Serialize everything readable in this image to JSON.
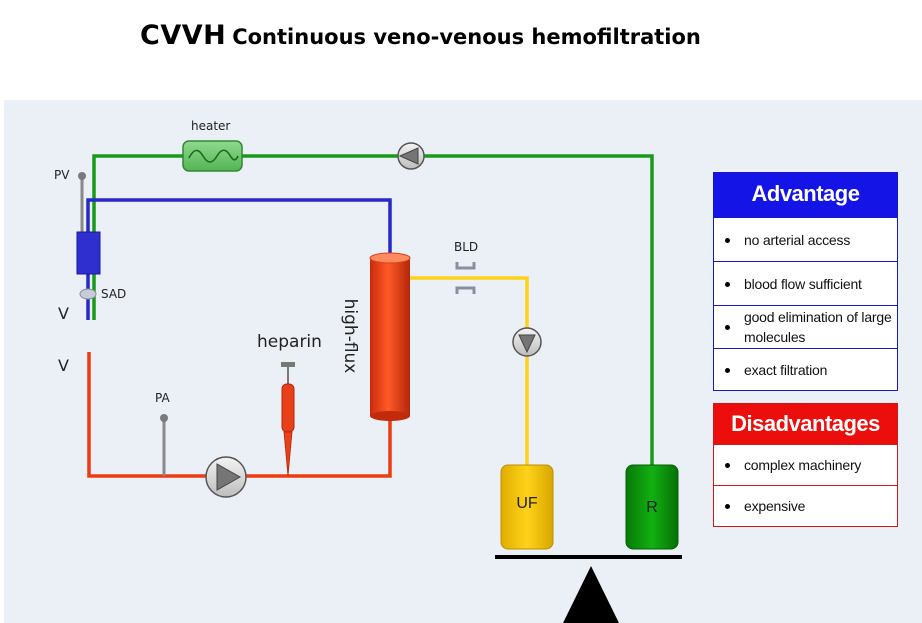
{
  "title": {
    "abbr": "CVVH",
    "full": "Continuous veno-venous hemofiltration"
  },
  "labels": {
    "heater": "heater",
    "pv": "PV",
    "sad": "SAD",
    "v_top": "V",
    "v_bottom": "V",
    "pa": "PA",
    "heparin": "heparin",
    "high_flux": "high-flux",
    "bld": "BLD",
    "uf": "UF",
    "r": "R"
  },
  "advantage": {
    "heading": "Advantage",
    "items": [
      "no arterial access",
      "blood flow sufficient",
      "good elimination of large molecules",
      "exact filtration"
    ]
  },
  "disadvantages": {
    "heading": "Disadvantages",
    "items": [
      "complex machinery",
      "expensive"
    ]
  },
  "colors": {
    "green_line": "#1a9a1a",
    "blue_line": "#2828c8",
    "red_line": "#ee3c12",
    "yellow_line": "#ffd21a",
    "filter": "#e8411a",
    "uf_bag": "#f5c400",
    "r_bag": "#0b9a0b",
    "advantage_header": "#1414e6",
    "disadvantage_header": "#ec0d0d"
  }
}
